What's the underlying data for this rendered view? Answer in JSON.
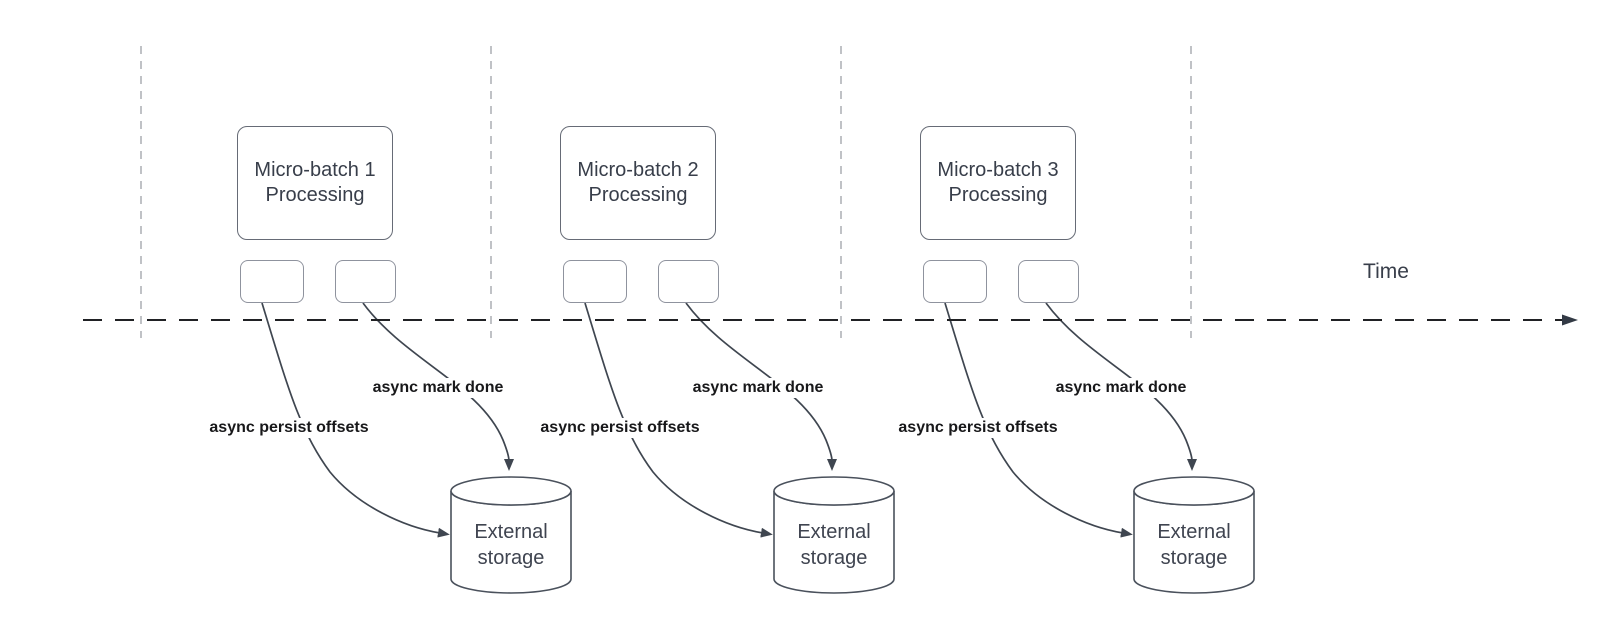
{
  "diagram": {
    "time_axis_label": "Time"
  },
  "groups": [
    {
      "box_title_line1": "Micro-batch 1",
      "box_title_line2": "Processing",
      "persist_arrow_label": "async persist offsets",
      "done_arrow_label": "async mark done",
      "storage_label_line1": "External",
      "storage_label_line2": "storage"
    },
    {
      "box_title_line1": "Micro-batch 2",
      "box_title_line2": "Processing",
      "persist_arrow_label": "async persist offsets",
      "done_arrow_label": "async mark done",
      "storage_label_line1": "External",
      "storage_label_line2": "storage"
    },
    {
      "box_title_line1": "Micro-batch 3",
      "box_title_line2": "Processing",
      "persist_arrow_label": "async persist offsets",
      "done_arrow_label": "async mark done",
      "storage_label_line1": "External",
      "storage_label_line2": "storage"
    }
  ],
  "colors": {
    "background": "#ffffff",
    "arrow_stroke": "#3f4650",
    "main_box_stroke": "#666b76",
    "small_box_stroke": "#8f939e",
    "lane_divider": "#abadb4",
    "time_axis": "#202124",
    "body_text": "#383e4a",
    "bold_label_text": "#18181a"
  }
}
